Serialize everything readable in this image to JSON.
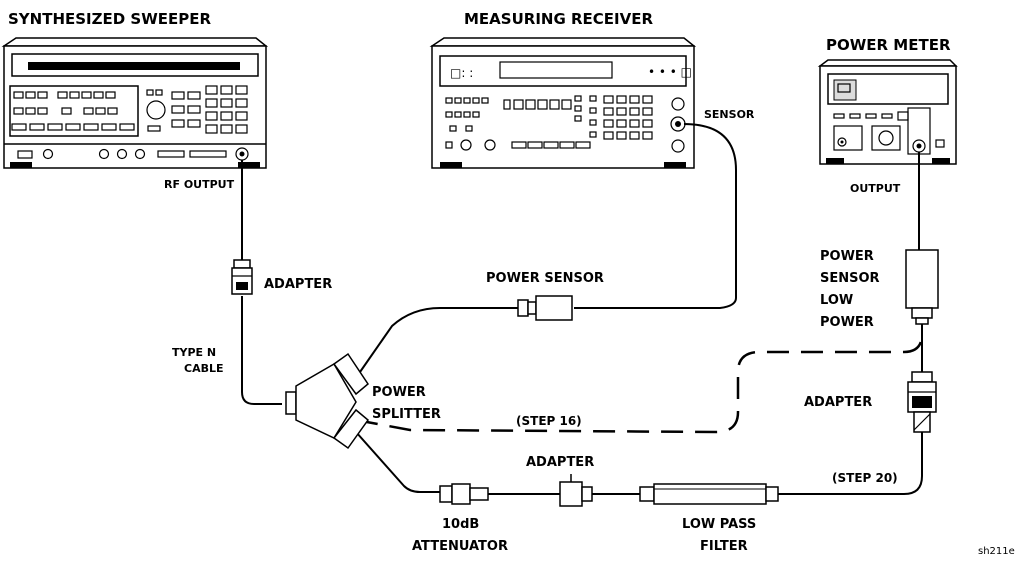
{
  "labels": {
    "sweeper_title": "SYNTHESIZED SWEEPER",
    "receiver_title": "MEASURING RECEIVER",
    "meter_title": "POWER METER",
    "rf_output": "RF OUTPUT",
    "sensor_port": "SENSOR",
    "meter_output": "OUTPUT",
    "adapter_top": "ADAPTER",
    "power_sensor": "POWER SENSOR",
    "type_n_cable_1": "TYPE N",
    "type_n_cable_2": "CABLE",
    "power_splitter_1": "POWER",
    "power_splitter_2": "SPLITTER",
    "step16": "(STEP 16)",
    "lp_sensor_1": "POWER",
    "lp_sensor_2": "SENSOR",
    "lp_sensor_3": "LOW",
    "lp_sensor_4": "POWER",
    "adapter_right": "ADAPTER",
    "adapter_bottom": "ADAPTER",
    "step20": "(STEP 20)",
    "attenuator_1": "10dB",
    "attenuator_2": "ATTENUATOR",
    "lpf_1": "LOW PASS",
    "lpf_2": "FILTER",
    "figure_id": "sh211e"
  },
  "colors": {
    "ink": "#000000",
    "paper": "#ffffff",
    "screen": "#dcdcdc"
  }
}
